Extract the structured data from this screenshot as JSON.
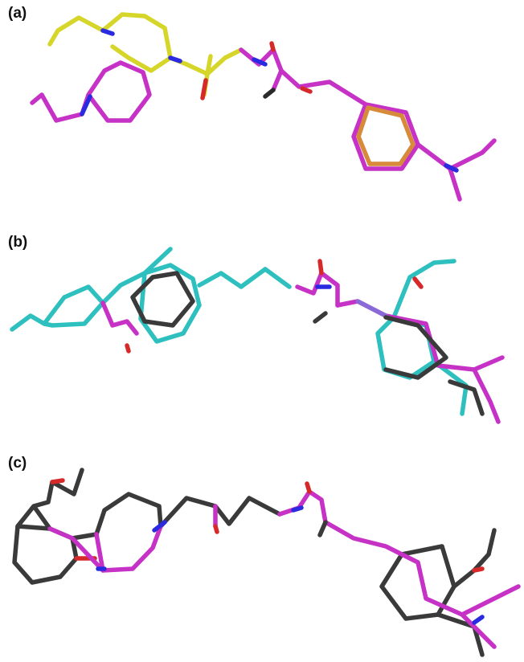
{
  "panels": [
    {
      "label": "(a)"
    },
    {
      "label": "(b)"
    },
    {
      "label": "(c)"
    }
  ],
  "colors": {
    "magenta": "#c631c6",
    "yellow": "#d6d62a",
    "cyan": "#2ebfbf",
    "dark": "#3a3a3a",
    "blue_nitrogen": "#2a2ae0",
    "red_oxygen": "#d62a2a",
    "orange_overlap": "#d68a3a",
    "violet_overlap": "#8a6ad6"
  }
}
